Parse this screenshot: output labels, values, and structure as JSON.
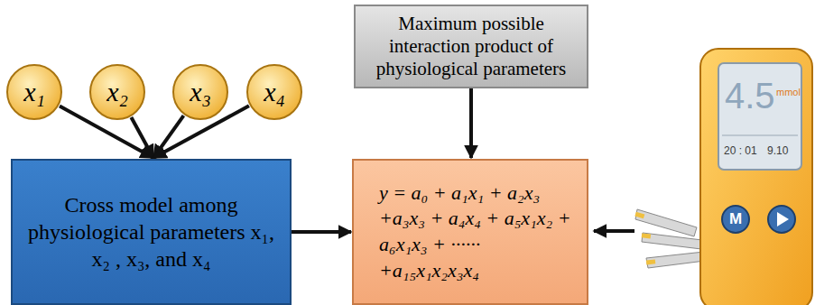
{
  "diagram": {
    "nodes": [
      {
        "text": [
          "x₁"
        ]
      },
      {
        "text": [
          "x₂"
        ]
      },
      {
        "text": [
          "x₃"
        ]
      },
      {
        "text": [
          "x₄"
        ]
      },
      {
        "text": [
          "Cross model among physiological parameters x₁, x₂ , x₃, and x₄"
        ]
      },
      {
        "text": [
          "Maximum possible interaction product of physiological parameters"
        ]
      },
      {
        "text": [
          "y = a₀ + a₁x₁ + a₂x₃ +a₃x₃ + a₄x₄ + a₅x₁x₂ + a₆x₁x₃ + ······ +a₁₅x₁x₂x₃x₄"
        ]
      }
    ],
    "edges": [
      {
        "from": 0,
        "to": 4,
        "arrow": "to"
      },
      {
        "from": 1,
        "to": 4,
        "arrow": "to"
      },
      {
        "from": 2,
        "to": 4,
        "arrow": "to"
      },
      {
        "from": 3,
        "to": 4,
        "arrow": "to"
      },
      {
        "from": 4,
        "to": 6,
        "arrow": "to"
      },
      {
        "from": 5,
        "to": 6,
        "arrow": "to"
      }
    ],
    "labels": [
      "4.5",
      "mmol",
      "20 : 01",
      "9.10",
      "M"
    ]
  }
}
